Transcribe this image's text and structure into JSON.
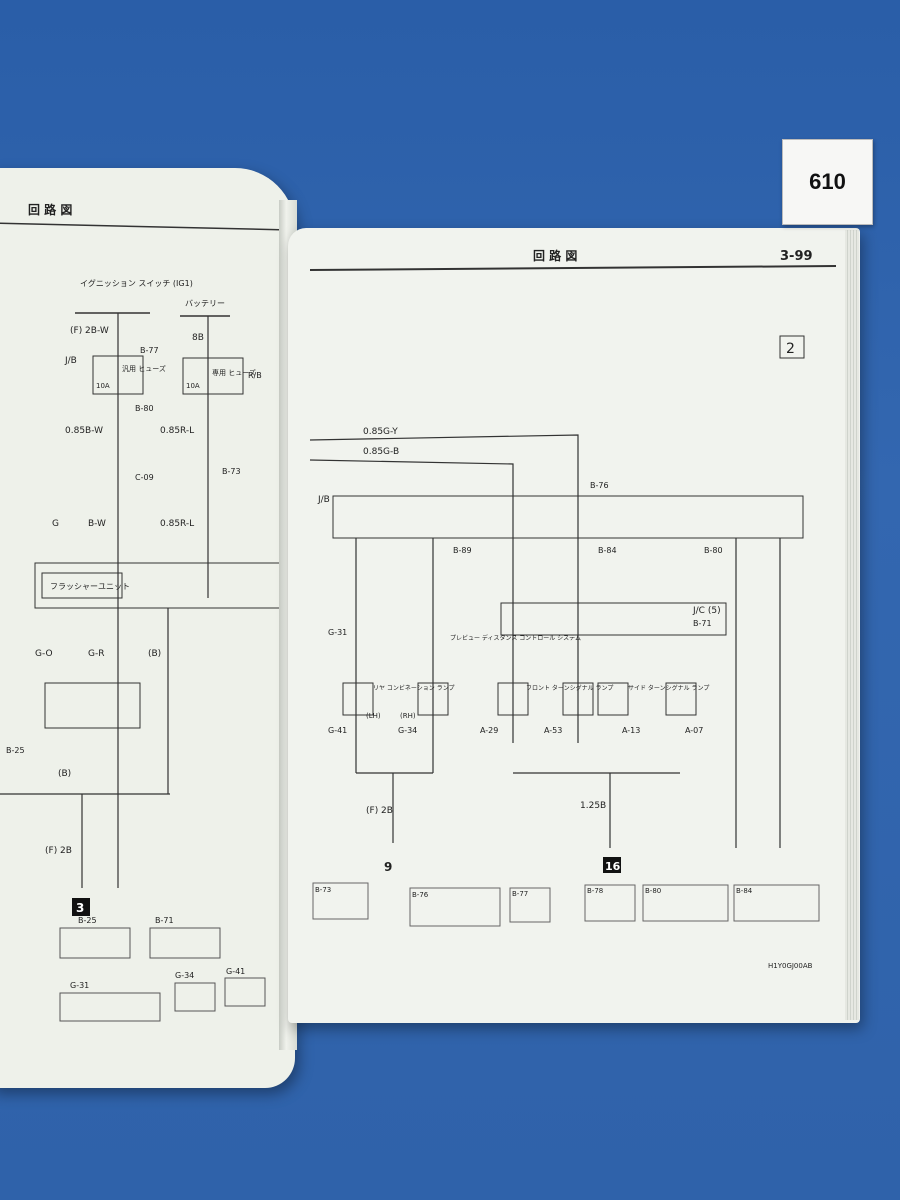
{
  "tag_number": "610",
  "right_page": {
    "header_title": "回 路 図",
    "page_number": "3-99",
    "box_number": "2",
    "footer_code": "H1Y0GJ00AB",
    "wires": {
      "top1": "0.85G-Y",
      "top2": "0.85G-B",
      "jb": "J/B",
      "jc": "J/C (5)"
    },
    "connectors": [
      "B-76",
      "B-89",
      "B-84",
      "B-80",
      "B-71",
      "G-31",
      "G-41",
      "G-34",
      "A-29",
      "A-53",
      "A-13",
      "A-07"
    ],
    "lamps": {
      "rear": "リヤ コンビネーション ランプ",
      "front": "フロント ターンシグナル ランプ",
      "side": "サイド ターンシグナル ランプ",
      "lh": "(LH)",
      "rh": "(RH)"
    },
    "preview": "プレビュー ディスタンス コントロール システム",
    "ground_labels": [
      "(F) 2B",
      "1.25B"
    ],
    "ground_nums": [
      "9",
      "16"
    ],
    "bottom_connectors": [
      "B-73",
      "B-76",
      "B-77",
      "B-78",
      "B-80",
      "B-84"
    ]
  },
  "left_page": {
    "header_title": "回 路 図",
    "ignition": "イグニッション スイッチ (IG1)",
    "battery": "バッテリー",
    "flasher": "フラッシャーユニット",
    "wires": [
      "(F) 2B-W",
      "8B",
      "0.85B-W",
      "0.85R-L",
      "G",
      "B-W",
      "0.85R-L",
      "G-O",
      "G-R",
      "(B)",
      "(B)",
      "(F) 2B"
    ],
    "fuse1": "汎用 ヒューズ",
    "fuse2": "専用 ヒューズ",
    "jb": "J/B",
    "rb": "R/B",
    "amp": "10A",
    "connectors": [
      "B-77",
      "B-80",
      "C-09",
      "B-73",
      "B-25",
      "B-71",
      "G-31",
      "G-34",
      "G-41"
    ],
    "ground_num": "3"
  },
  "colors": {
    "line": "#333333",
    "paper": "#f1f3ee",
    "background": "#2f62aa"
  }
}
